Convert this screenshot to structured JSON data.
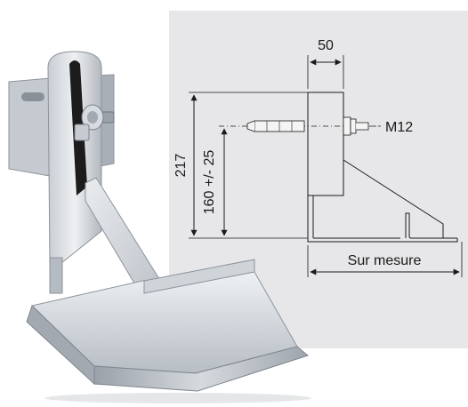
{
  "drawing": {
    "dim_width": "50",
    "dim_total_height": "217",
    "dim_anchor_height": "160 +/- 25",
    "anchor_label": "M12",
    "base_length_label": "Sur mesure"
  },
  "colors": {
    "drawing_panel": "#e7e7e9",
    "line": "#1a1a1a",
    "steel_light": "#dfe2e6",
    "steel_mid": "#b9bec5",
    "steel_dark": "#8d939b",
    "rubber": "#1c1c1c"
  }
}
